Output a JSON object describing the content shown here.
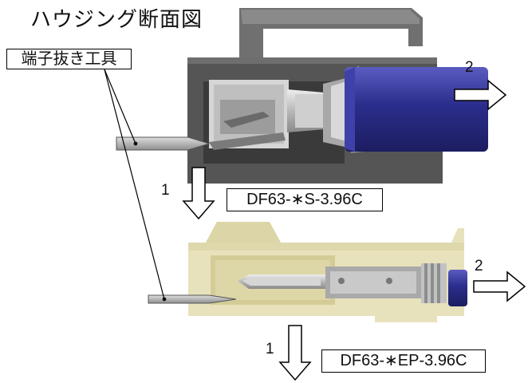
{
  "title": "ハウジング断面図",
  "tool_label": "端子抜き工具",
  "upper_part_label": "DF63-∗S-3.96C",
  "lower_part_label": "DF63-∗EP-3.96C",
  "steps": {
    "upper_down": "1",
    "upper_right": "2",
    "lower_down": "1",
    "lower_right": "2"
  },
  "colors": {
    "housing_dark": "#5a5a5a",
    "housing_light": "#e8e2bc",
    "wire_blue": "#2b2d8c",
    "metal": "#b4b4b4"
  }
}
